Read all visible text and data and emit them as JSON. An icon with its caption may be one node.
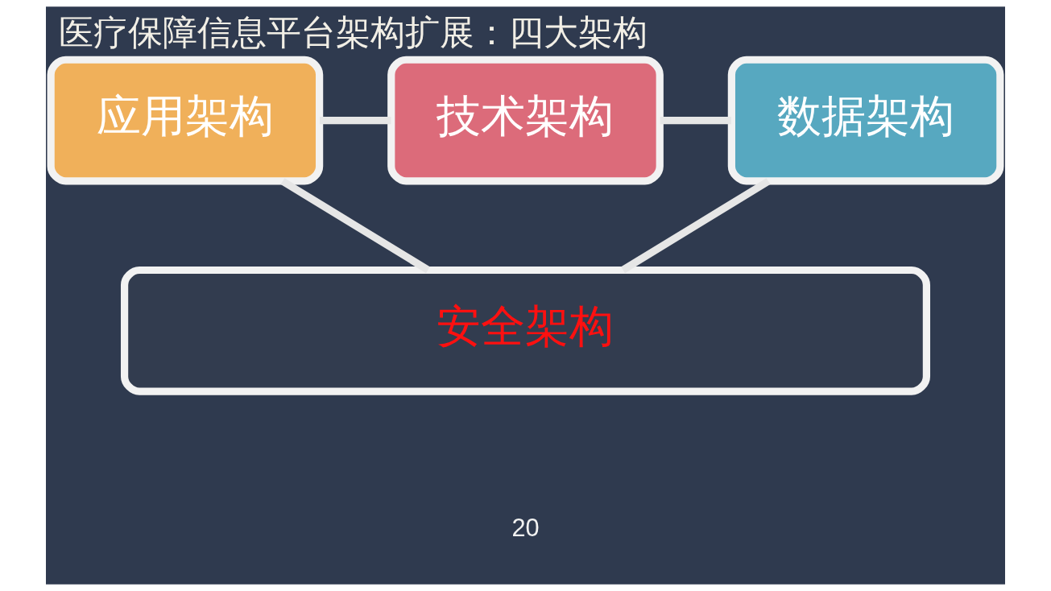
{
  "diagram": {
    "title": "医疗保障信息平台架构扩展：四大架构",
    "nodes": [
      {
        "text": [
          "应用架构"
        ]
      },
      {
        "text": [
          "技术架构"
        ]
      },
      {
        "text": [
          "数据架构"
        ]
      },
      {
        "text": [
          "安全架构"
        ]
      }
    ],
    "edges": [
      {
        "from": 0,
        "to": 1,
        "arrow": "none"
      },
      {
        "from": 1,
        "to": 2,
        "arrow": "none"
      },
      {
        "from": 0,
        "to": 3,
        "arrow": "none"
      },
      {
        "from": 2,
        "to": 3,
        "arrow": "none"
      }
    ],
    "labels": [
      "20"
    ]
  }
}
